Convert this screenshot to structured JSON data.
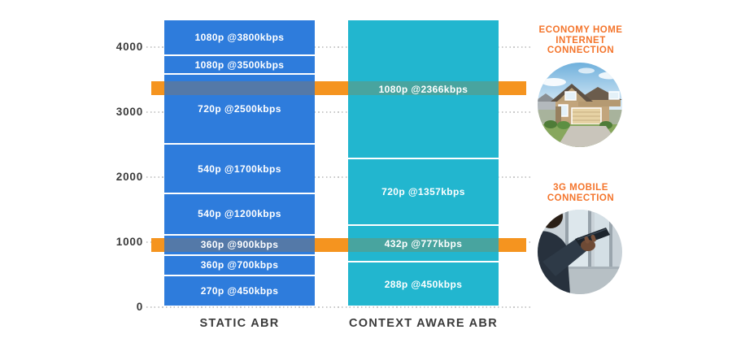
{
  "chart_data": {
    "type": "bar",
    "variant": "stacked-bitrate-ladder-comparison",
    "title": "",
    "xlabel": "",
    "ylabel": "",
    "ylim": [
      0,
      4390
    ],
    "yticks": [
      4000,
      3000,
      2000,
      1000,
      0
    ],
    "grid": "dotted-horizontal",
    "legend_position": "none",
    "columns": [
      {
        "label": "STATIC ABR",
        "color": "#2E7CDC",
        "band_tint": "#5479A8",
        "segments": [
          {
            "label": "1080p @3800kbps",
            "from": 3845,
            "to": 4390
          },
          {
            "label": "1080p @3500kbps",
            "from": 3550,
            "to": 3845
          },
          {
            "label": "720p @2500kbps",
            "from": 2475,
            "to": 3550
          },
          {
            "label": "540p @1700kbps",
            "from": 1715,
            "to": 2475
          },
          {
            "label": "540p @1200kbps",
            "from": 1085,
            "to": 1715
          },
          {
            "label": "360p @900kbps",
            "from": 770,
            "to": 1085
          },
          {
            "label": "360p @700kbps",
            "from": 455,
            "to": 770
          },
          {
            "label": "270p @450kbps",
            "from": 0,
            "to": 455
          }
        ]
      },
      {
        "label": "CONTEXT AWARE ABR",
        "color": "#22B6CF",
        "band_tint": "#48A49F",
        "segments": [
          {
            "label": "1080p @2366kbps",
            "from": 2255,
            "to": 4390
          },
          {
            "label": "720p @1357kbps",
            "from": 1225,
            "to": 2255
          },
          {
            "label": "432p @777kbps",
            "from": 665,
            "to": 1225
          },
          {
            "label": "288p @450kbps",
            "from": 0,
            "to": 665
          }
        ]
      }
    ],
    "bands": [
      {
        "name": "economy-home-internet-connection",
        "color": "#F5941F",
        "from": 3240,
        "to": 3460
      },
      {
        "name": "3g-mobile-connection",
        "color": "#F5941F",
        "from": 825,
        "to": 1045
      }
    ]
  },
  "annotations": {
    "text_color": "#F4752C",
    "economy_home": {
      "label": "ECONOMY HOME\nINTERNET\nCONNECTION",
      "image": "house-photo"
    },
    "mobile_3g": {
      "label": "3G MOBILE\nCONNECTION",
      "image": "mobile-phone-photo"
    }
  }
}
